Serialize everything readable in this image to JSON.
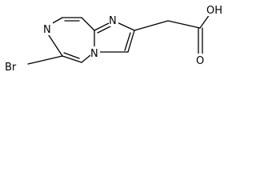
{
  "molecule": {
    "atoms": {
      "bromine": "Br",
      "n_pyrazine": "N",
      "n_imidazole": "N",
      "n_bridgehead": "N",
      "carbonyl_o": "O",
      "hydroxyl": "OH"
    },
    "colors": {
      "bond": "#000000",
      "label": "#000000",
      "background": "#ffffff"
    }
  }
}
